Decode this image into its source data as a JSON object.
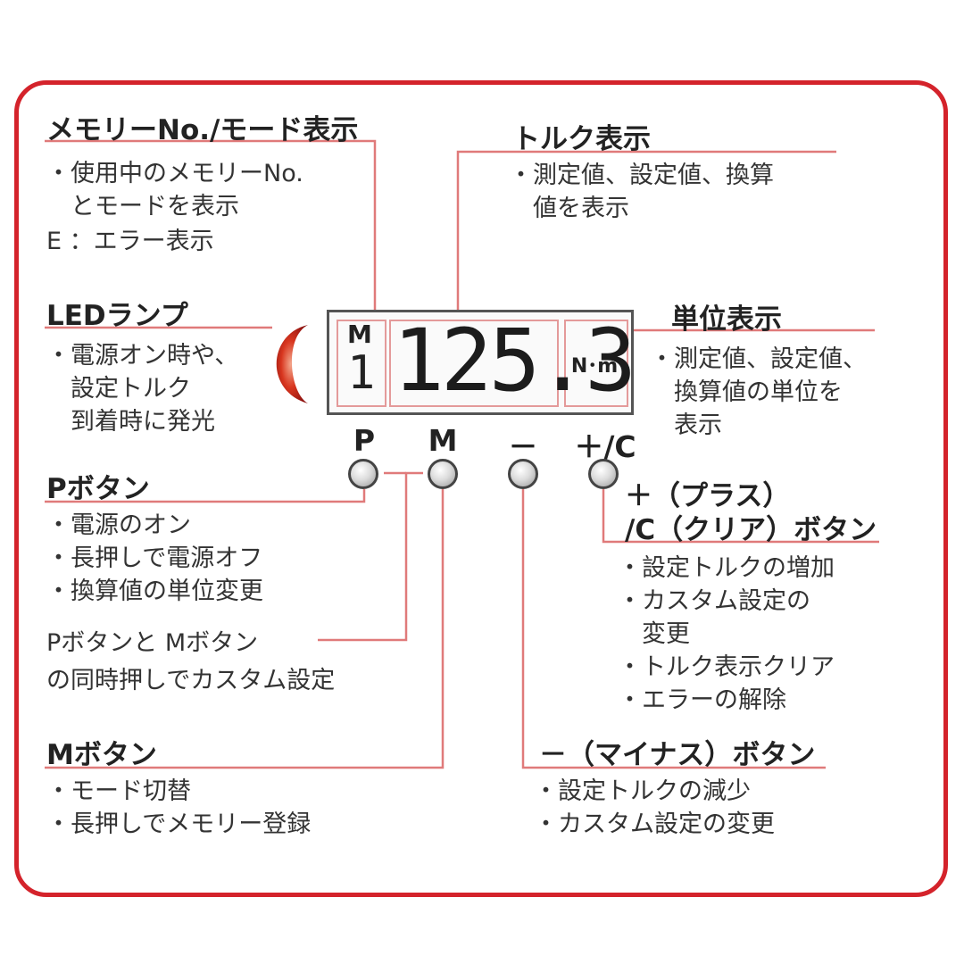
{
  "memory_mode": {
    "heading": "メモリーNo./モード表示",
    "lines": [
      "使用中のメモリーNo.",
      "とモードを表示"
    ],
    "error_line": "E ：エラー表示"
  },
  "torque": {
    "heading": "トルク表示",
    "lines": [
      "測定値、設定値、換算",
      "値を表示"
    ]
  },
  "led": {
    "heading": "LEDランプ",
    "lines": [
      "電源オン時や、",
      "設定トルク",
      "到着時に発光"
    ]
  },
  "unit": {
    "heading": "単位表示",
    "lines": [
      "測定値、設定値、",
      "換算値の単位を",
      "表示"
    ]
  },
  "p_button": {
    "heading": "Pボタン",
    "lines": [
      "電源のオン",
      "長押しで電源オフ",
      "換算値の単位変更"
    ]
  },
  "pm_note": {
    "line1": "Pボタンと Mボタン",
    "line2": "の同時押しでカスタム設定"
  },
  "m_button": {
    "heading": "Mボタン",
    "lines": [
      "モード切替",
      "長押しでメモリー登録"
    ]
  },
  "plus_button": {
    "heading_line1": "＋（プラス）",
    "heading_line2": "/C（クリア）ボタン",
    "lines": [
      "設定トルクの増加",
      "カスタム設定の",
      "変更",
      "トルク表示クリア",
      "エラーの解除"
    ]
  },
  "minus_button": {
    "heading": "－（マイナス）ボタン",
    "lines": [
      "設定トルクの減少",
      "カスタム設定の変更"
    ]
  },
  "display": {
    "memory_letter": "M",
    "memory_number": "1",
    "torque_value": "125.3",
    "unit": "N･m"
  },
  "buttons": {
    "p_label": "P",
    "m_label": "M",
    "minus_label": "－",
    "plus_label": "＋/C"
  },
  "colors": {
    "frame": "#d4232b",
    "leader_line": "#e07a7a",
    "led": "#c8201e"
  }
}
